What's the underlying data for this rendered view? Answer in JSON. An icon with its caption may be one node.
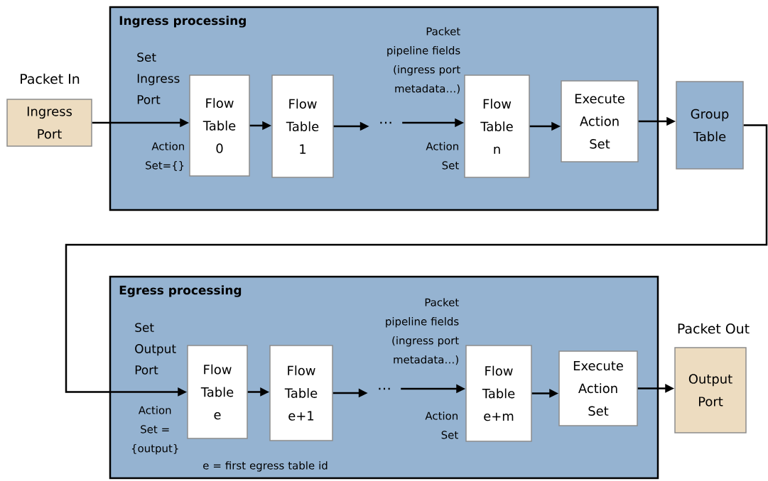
{
  "diagram": {
    "nodes": [
      {
        "text": [
          "Ingress processing"
        ]
      },
      {
        "text": [
          "Ingress Port"
        ],
        "beside": [
          "Packet In"
        ]
      },
      {
        "text": [
          "Flow Table 0"
        ],
        "in": 0
      },
      {
        "text": [
          "Flow Table 1"
        ],
        "in": 0
      },
      {
        "text": [
          "…"
        ],
        "in": 0
      },
      {
        "text": [
          "Flow Table n"
        ],
        "in": 0
      },
      {
        "text": [
          "Execute Action Set"
        ],
        "in": 0
      },
      {
        "text": [
          "Group Table"
        ]
      },
      {
        "text": [
          "Egress processing"
        ]
      },
      {
        "text": [
          "Flow Table e"
        ],
        "in": 8
      },
      {
        "text": [
          "Flow Table e+1"
        ],
        "in": 8
      },
      {
        "text": [
          "…"
        ],
        "in": 8
      },
      {
        "text": [
          "Flow Table e+m"
        ],
        "in": 8
      },
      {
        "text": [
          "Execute Action Set"
        ],
        "in": 8
      },
      {
        "text": [
          "Output Port"
        ],
        "beside": [
          "Packet Out"
        ]
      }
    ],
    "edges": [
      {
        "from": 1,
        "to": 2,
        "arrow": "to"
      },
      {
        "from": 2,
        "to": 3,
        "arrow": "to"
      },
      {
        "from": 3,
        "to": 4,
        "arrow": "to"
      },
      {
        "from": 4,
        "to": 5,
        "arrow": "to"
      },
      {
        "from": 5,
        "to": 6,
        "arrow": "to"
      },
      {
        "from": 6,
        "to": 7,
        "arrow": "to"
      },
      {
        "from": 7,
        "to": 9,
        "arrow": "to"
      },
      {
        "from": 9,
        "to": 10,
        "arrow": "to"
      },
      {
        "from": 10,
        "to": 11,
        "arrow": "to"
      },
      {
        "from": 11,
        "to": 12,
        "arrow": "to"
      },
      {
        "from": 12,
        "to": 13,
        "arrow": "to"
      },
      {
        "from": 13,
        "to": 14,
        "arrow": "to"
      }
    ],
    "labels": [
      "Set Ingress Port",
      "Action Set={}",
      "Packet pipeline fields (ingress port metadata…)",
      "Action Set",
      "Set Output Port",
      "Action Set = {output}",
      "Packet pipeline fields (ingress port metadata…)",
      "Action Set",
      "e = first egress table id"
    ]
  }
}
